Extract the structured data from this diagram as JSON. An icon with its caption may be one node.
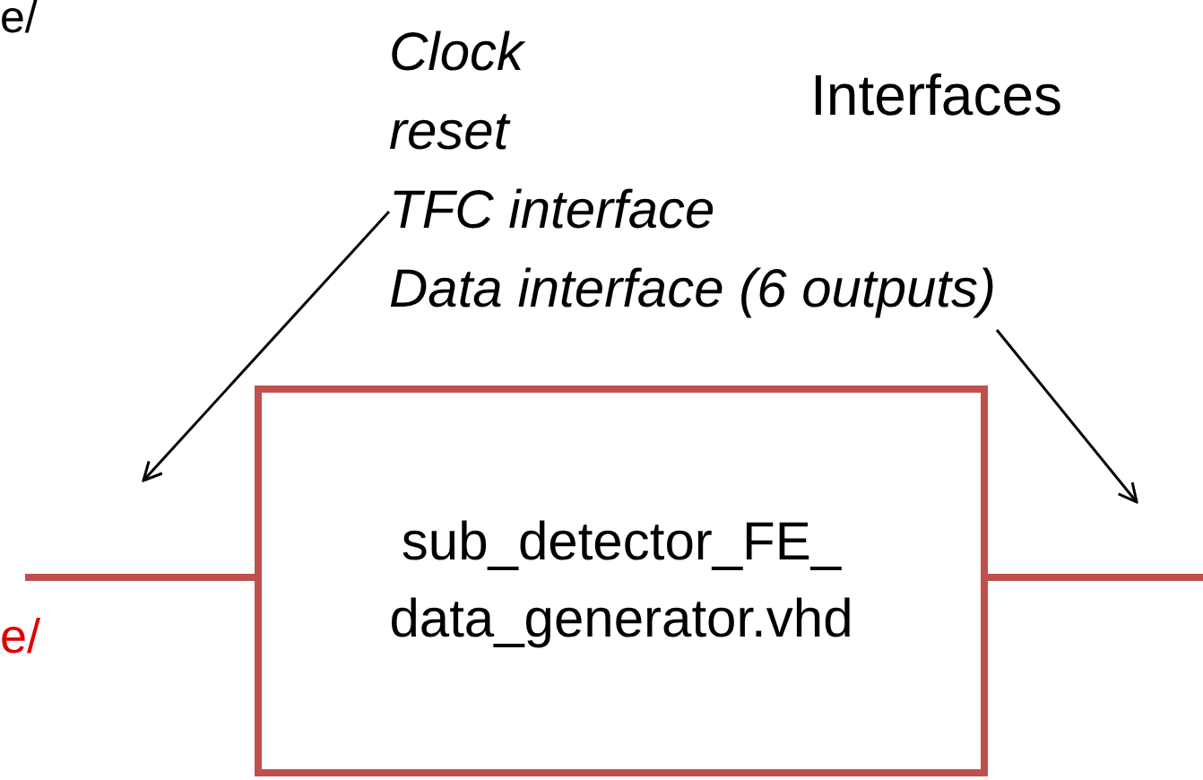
{
  "diagram": {
    "nodes": [
      {
        "text": [
          "sub_detector_FE_ data_generator.vhd"
        ]
      },
      {
        "text": [
          "Clock",
          "reset",
          "TFC interface",
          "Data interface (6 outputs)"
        ]
      }
    ],
    "edges": [
      {
        "from": null,
        "to": 0,
        "arrow": "none",
        "style": "thick",
        "color": "#c0504d"
      },
      {
        "from": 0,
        "to": null,
        "arrow": "none",
        "style": "thick",
        "color": "#c0504d"
      },
      {
        "from": 1,
        "to": null,
        "arrow": "to",
        "color": "#000000"
      },
      {
        "from": 1,
        "to": null,
        "arrow": "to",
        "color": "#000000"
      }
    ],
    "labels": [
      "e/",
      "Interfaces",
      "e/"
    ]
  }
}
